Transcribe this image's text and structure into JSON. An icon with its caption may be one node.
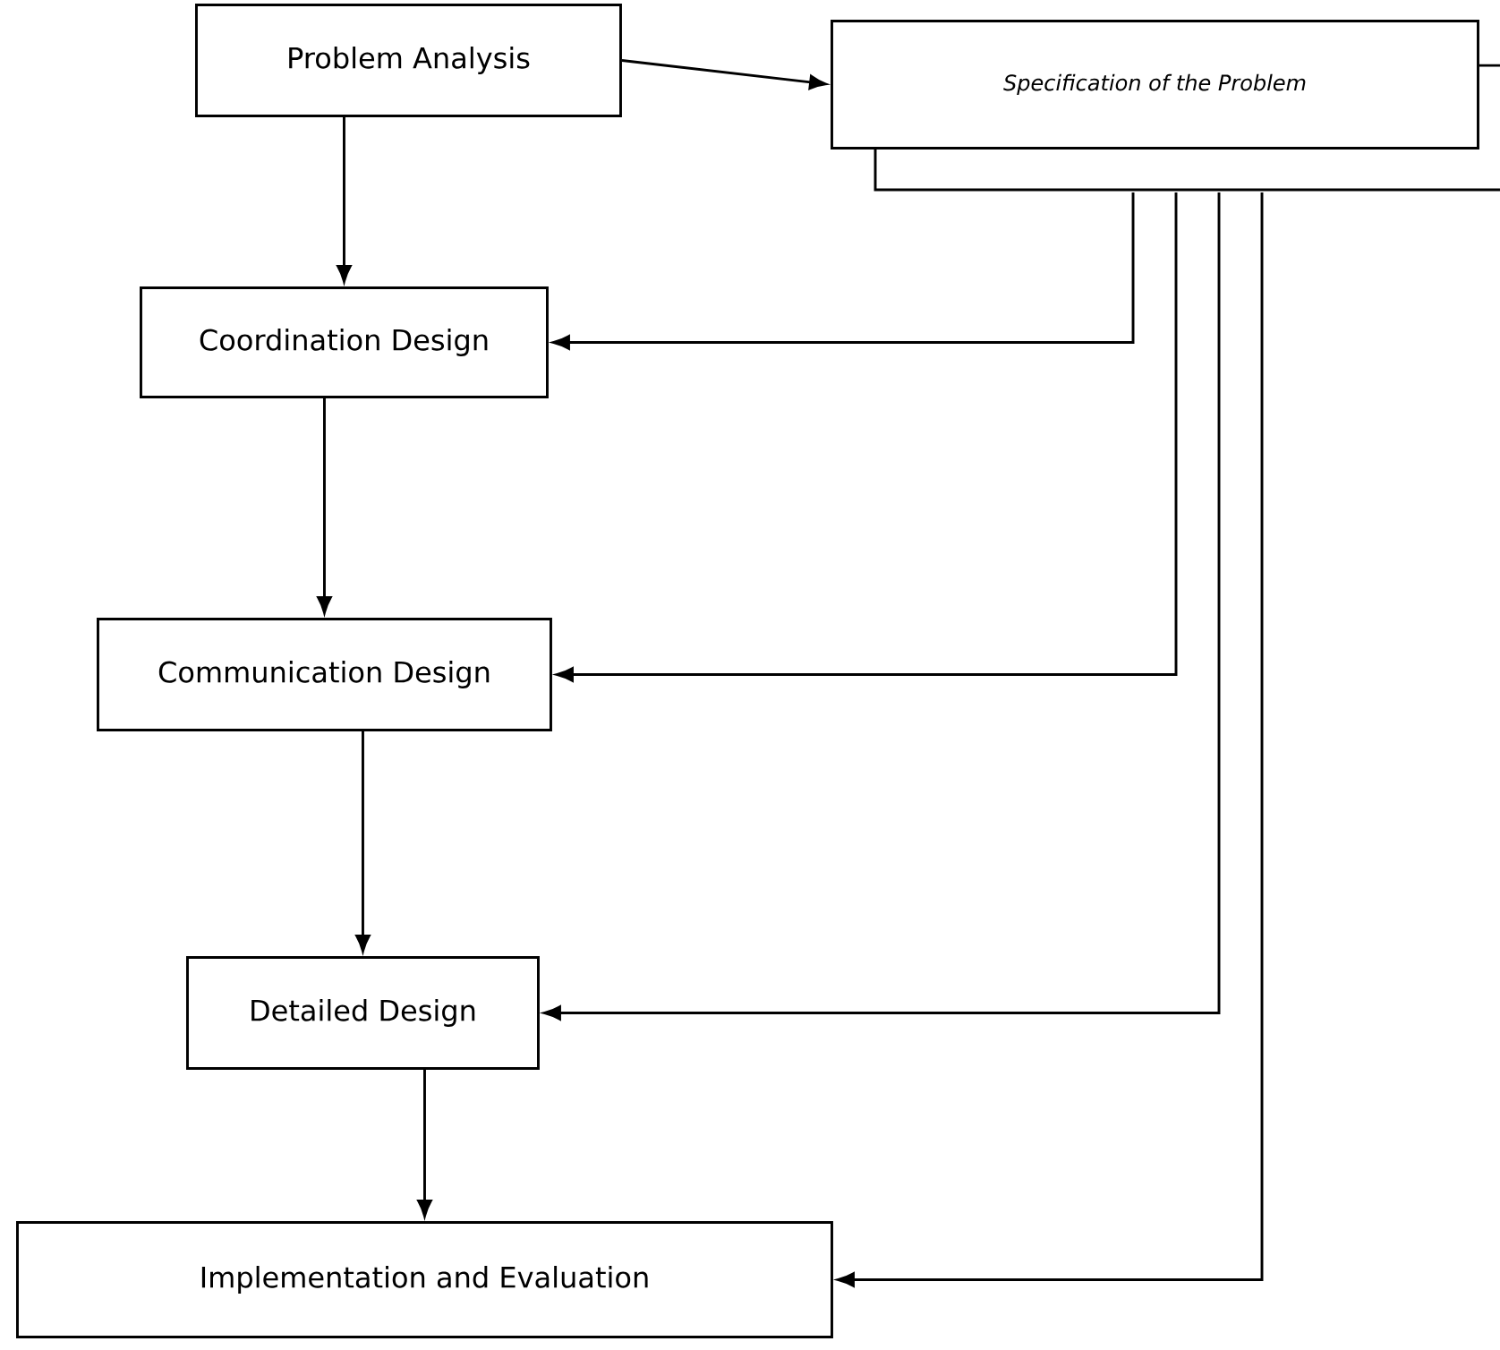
{
  "diagram": {
    "nodes": [
      {
        "text": [
          "Problem Analysis"
        ]
      },
      {
        "text": [
          "Specification of the Problem"
        ]
      },
      {
        "text": [
          "Coordination Design"
        ]
      },
      {
        "text": [
          "Communication Design"
        ]
      },
      {
        "text": [
          "Detailed Design"
        ]
      },
      {
        "text": [
          "Implementation and Evaluation"
        ]
      }
    ],
    "edges": [
      {
        "from": 0,
        "to": 1,
        "arrow": "to"
      },
      {
        "from": 1,
        "to": null,
        "arrow": "none"
      },
      {
        "from": 0,
        "to": 2,
        "arrow": "to"
      },
      {
        "from": 2,
        "to": 3,
        "arrow": "to"
      },
      {
        "from": 3,
        "to": 4,
        "arrow": "to"
      },
      {
        "from": 4,
        "to": 5,
        "arrow": "to"
      },
      {
        "from": 1,
        "to": 2,
        "arrow": "to"
      },
      {
        "from": 1,
        "to": 3,
        "arrow": "to"
      },
      {
        "from": 1,
        "to": 4,
        "arrow": "to"
      },
      {
        "from": 1,
        "to": 5,
        "arrow": "to"
      }
    ]
  }
}
